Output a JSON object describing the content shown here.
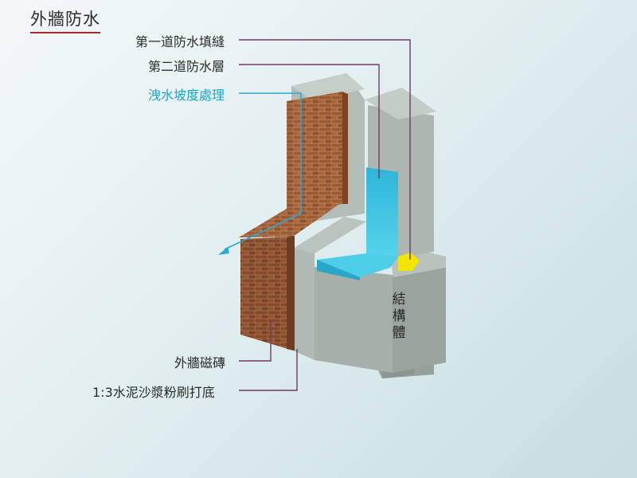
{
  "title": "外牆防水",
  "labels": {
    "seal": "第一道防水填縫",
    "membrane": "第二道防水層",
    "slope": "洩水坡度處理",
    "tile": "外牆磁磚",
    "mortar": "1:3水泥沙漿粉刷打底",
    "structure": "結構體"
  },
  "colors": {
    "concrete": "#a9b3ad",
    "brick": "#9a5a33",
    "waterproof": "#37c0de",
    "sealant": "#f2e600",
    "leader_purple": "#6f3b63",
    "leader_blue": "#2aa8d6",
    "title_underline": "#a42a2a"
  }
}
